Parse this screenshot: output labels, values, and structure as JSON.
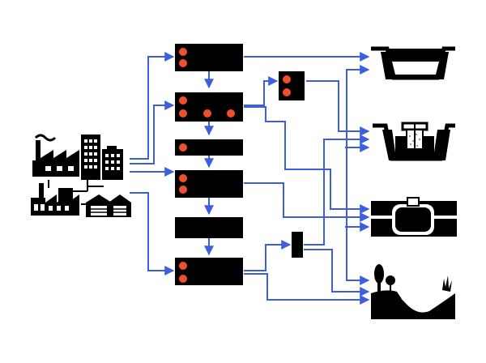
{
  "diagram": {
    "type": "flow-diagram",
    "colors": {
      "background": "#ffffff",
      "arrow": "#3e5ee0",
      "shape": "#000000",
      "dot": "#f0502a"
    },
    "source": {
      "icon": "factories-and-city-buildings-icon"
    },
    "process_units": [
      {
        "id": "unit-1",
        "dots": 2
      },
      {
        "id": "unit-2",
        "dots": 4
      },
      {
        "id": "unit-3",
        "dots": 1
      },
      {
        "id": "unit-4",
        "dots": 2
      },
      {
        "id": "unit-5",
        "dots": 0
      },
      {
        "id": "unit-6",
        "dots": 2
      }
    ],
    "side_units": [
      {
        "id": "side-unit-1",
        "dots": 2
      },
      {
        "id": "side-unit-2",
        "dots": 0
      }
    ],
    "destinations": [
      {
        "icon": "empty-basin-icon"
      },
      {
        "icon": "tank-with-mixer-icon"
      },
      {
        "icon": "underground-storage-tank-icon"
      },
      {
        "icon": "landscape-pond-icon"
      }
    ]
  }
}
